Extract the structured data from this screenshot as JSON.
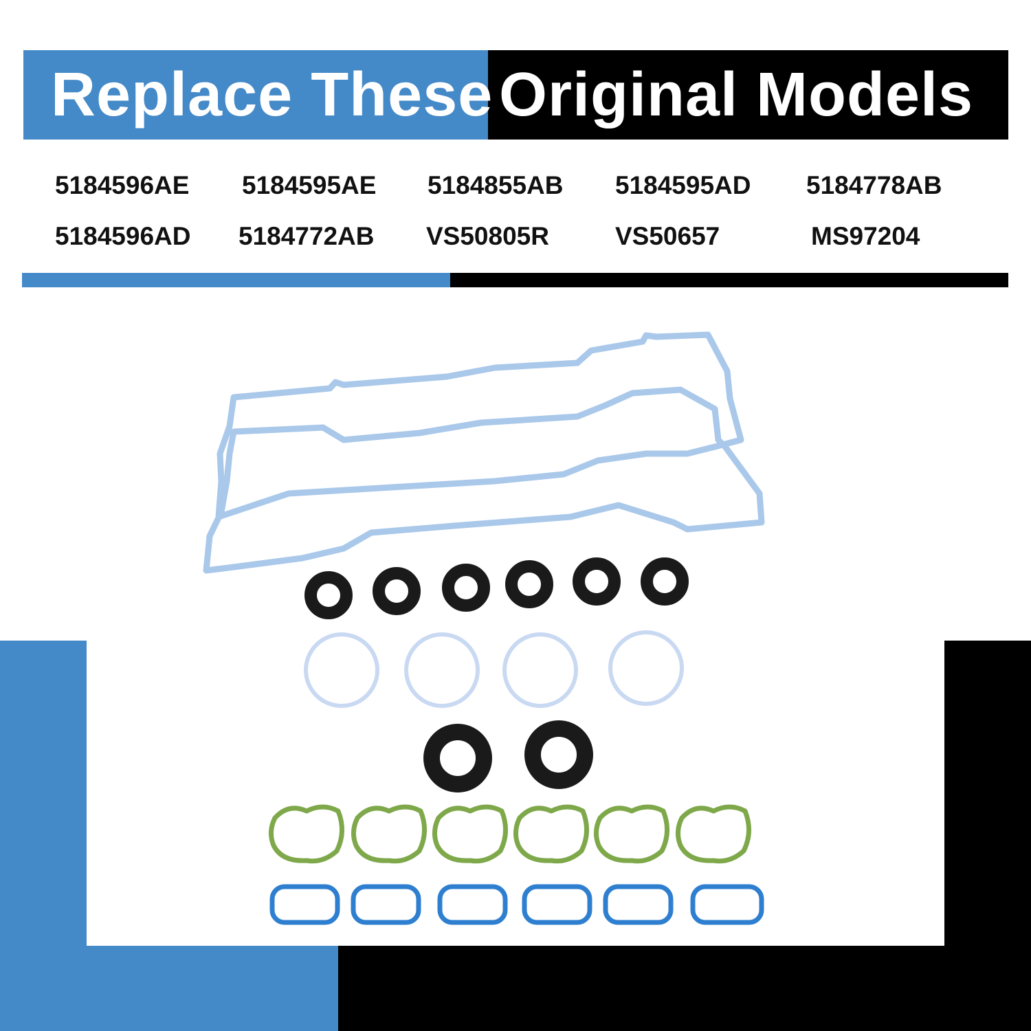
{
  "banner": {
    "left_text": "Replace These",
    "right_text": "Original Models",
    "left_color": "#4489c8",
    "right_color": "#000000"
  },
  "models": [
    "5184596AE",
    "5184595AE",
    "5184855AB",
    "5184595AD",
    "5184778AB",
    "5184596AD",
    "5184772AB",
    "VS50805R",
    "VS50657",
    "MS97204"
  ],
  "product": {
    "valve_cover_gaskets": {
      "count": 2,
      "color": "#a9c8ea"
    },
    "black_seals_small": {
      "count": 6,
      "color": "#1a1a1a"
    },
    "white_o_rings": {
      "count": 4,
      "color": "#c9d9f2"
    },
    "black_seals_large": {
      "count": 2,
      "color": "#1a1a1a"
    },
    "green_intake_gaskets": {
      "count": 6,
      "color": "#7ea84a"
    },
    "blue_intake_gaskets": {
      "count": 6,
      "color": "#2f7fd0"
    }
  }
}
